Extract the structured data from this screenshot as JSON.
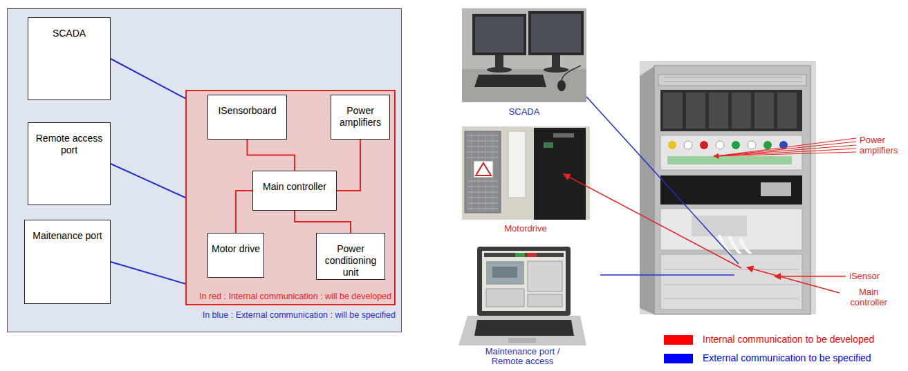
{
  "diagram": {
    "nodes": [
      {
        "text": [
          "SCADA"
        ]
      },
      {
        "text": [
          "Remote access port"
        ]
      },
      {
        "text": [
          "Maitenance port"
        ]
      },
      {
        "text": [
          "In red : Internal communication : will be developed"
        ]
      },
      {
        "text": [
          "ISensorboard"
        ],
        "in": 3
      },
      {
        "text": [
          "Power amplifiers"
        ],
        "in": 3
      },
      {
        "text": [
          "Main controller"
        ],
        "in": 3
      },
      {
        "text": [
          "Motor drive"
        ],
        "in": 3
      },
      {
        "text": [
          "Power conditioning unit"
        ],
        "in": 3
      }
    ],
    "edges": [
      {
        "from": 0,
        "to": 3,
        "arrow": "none"
      },
      {
        "from": 1,
        "to": 3,
        "arrow": "none"
      },
      {
        "from": 2,
        "to": 3,
        "arrow": "none"
      },
      {
        "from": 6,
        "to": 4,
        "arrow": "none"
      },
      {
        "from": 6,
        "to": 5,
        "arrow": "none"
      },
      {
        "from": 6,
        "to": 7,
        "arrow": "none"
      },
      {
        "from": 6,
        "to": 8,
        "arrow": "none"
      }
    ],
    "labels": [
      "In blue : External communication : will be specified",
      "SCADA",
      "Motordrive",
      "Maintenance port / Remote access",
      "Power amplifiers",
      "iSensor",
      "Main controller"
    ],
    "legend": [
      {
        "text": "Internal communication to be developed",
        "color": "#ff0000"
      },
      {
        "text": "External communication to be specified",
        "color": "#0000ff"
      }
    ]
  }
}
